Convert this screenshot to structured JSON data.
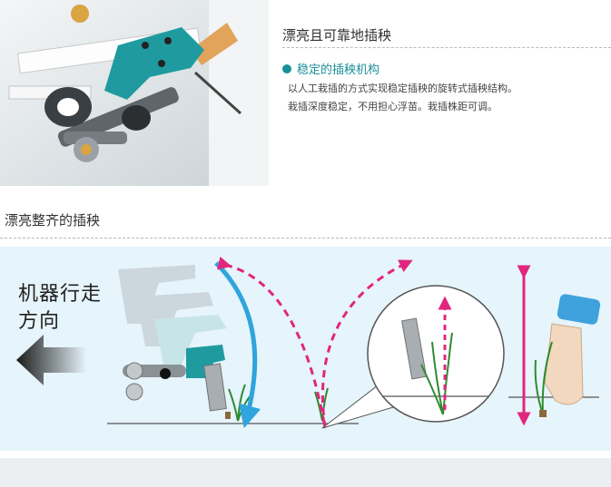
{
  "header": {
    "title": "漂亮且可靠地插秧",
    "feature_title": "稳定的插秧机构",
    "description_lines": [
      "以人工栽插的方式实现稳定插秧的旋转式插秧结构。",
      "栽插深度稳定，不用担心浮苗。栽插株距可调。"
    ]
  },
  "section2": {
    "title": "漂亮整齐的插秧"
  },
  "diagram": {
    "direction_label_line1": "机器行走",
    "direction_label_line2": "方向"
  },
  "colors": {
    "accent": "#1a8f99",
    "blue_arrow": "#2fa4dd",
    "magenta": "#e0267e",
    "diagram_bg": "#e6f4fb"
  }
}
